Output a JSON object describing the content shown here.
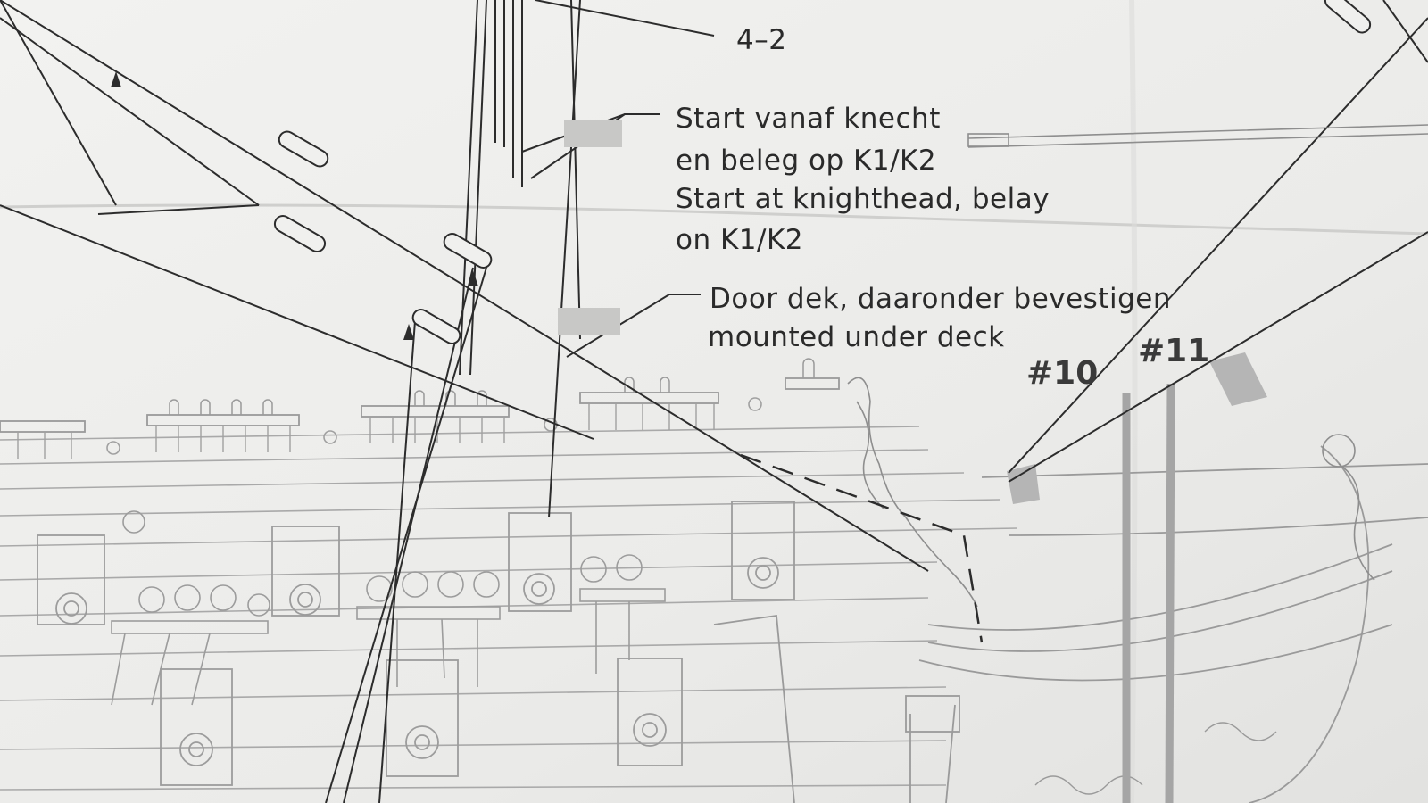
{
  "drawing": {
    "annotations": {
      "ref_4_2": "4–2",
      "start_nl_line1": "Start  vanaf  knecht",
      "start_nl_line2": "en  beleg  op  K1/K2",
      "start_en_line1": "Start  at  knighthead,  belay",
      "start_en_line2": "on  K1/K2",
      "deck_nl": "Door  dek,  daaronder  bevestigen",
      "deck_en": "mounted  under  deck"
    },
    "markers": {
      "m10": "#10",
      "m11": "#11"
    }
  }
}
